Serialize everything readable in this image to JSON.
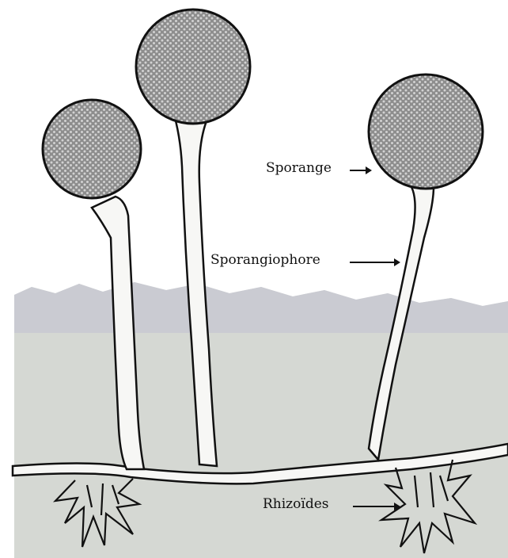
{
  "labels": {
    "sporange": "Sporange",
    "sporangiophore": "Sporangiophore",
    "rhizoides": "Rhizoïdes"
  },
  "colors": {
    "background": "#ffffff",
    "substrate": "#d5d8d3",
    "substrate_edge": "#c4c6d2",
    "outline": "#111111",
    "structure_fill": "#f7f7f5"
  }
}
